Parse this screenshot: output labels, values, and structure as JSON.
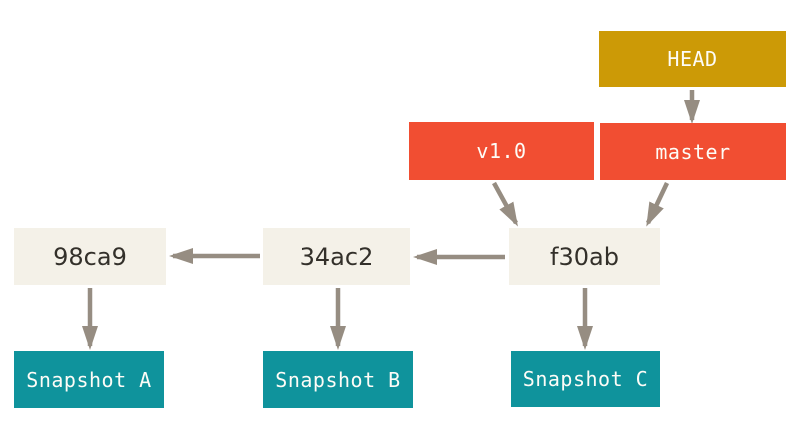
{
  "diagram": {
    "nodes": {
      "head": "HEAD",
      "master": "master",
      "tag_v1": "v1.0",
      "commit_1": "98ca9",
      "commit_2": "34ac2",
      "commit_3": "f30ab",
      "snapshot_1": "Snapshot A",
      "snapshot_2": "Snapshot B",
      "snapshot_3": "Snapshot C"
    },
    "edges": [
      {
        "from": "HEAD",
        "to": "master"
      },
      {
        "from": "master",
        "to": "f30ab"
      },
      {
        "from": "v1.0",
        "to": "f30ab"
      },
      {
        "from": "f30ab",
        "to": "34ac2"
      },
      {
        "from": "34ac2",
        "to": "98ca9"
      },
      {
        "from": "98ca9",
        "to": "Snapshot A"
      },
      {
        "from": "34ac2",
        "to": "Snapshot B"
      },
      {
        "from": "f30ab",
        "to": "Snapshot C"
      }
    ],
    "colors": {
      "head_fill": "#cc9a06",
      "ref_fill": "#f14e32",
      "commit_fill": "#f4f1e8",
      "snapshot_fill": "#0f939c",
      "arrow": "#968d82",
      "label_text": "#fdfcf7",
      "commit_text": "#33302a",
      "background": "#ffffff"
    }
  }
}
